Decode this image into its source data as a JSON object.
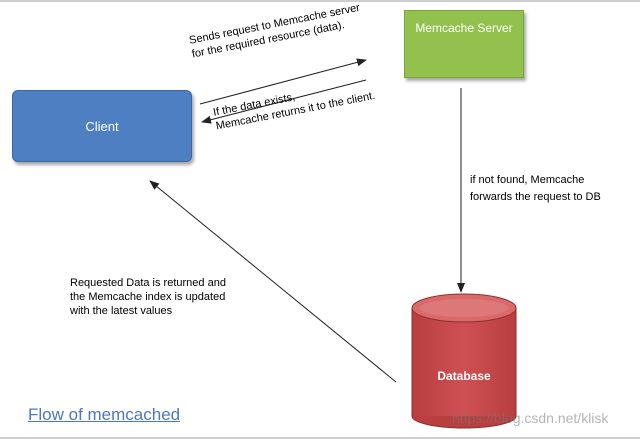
{
  "nodes": {
    "client": "Client",
    "memcache_server": "Memcache Server",
    "database": "Database"
  },
  "labels": {
    "request": [
      "Sends request to Memcache server",
      "for the required resource (data)."
    ],
    "exists": [
      "If the data exists,",
      "Memcache returns it to the client."
    ],
    "not_found": [
      "if not found, Memcache",
      "forwards the request to DB"
    ],
    "returned": [
      "Requested Data is returned and",
      "the Memcache index is updated",
      "with the latest values"
    ]
  },
  "title": "Flow of memcached",
  "watermark": "https://blog.csdn.net/klisk",
  "colors": {
    "client": "#4f7fc3",
    "server": "#93c14e",
    "database": "#c8494b",
    "title": "#4a78c2"
  }
}
